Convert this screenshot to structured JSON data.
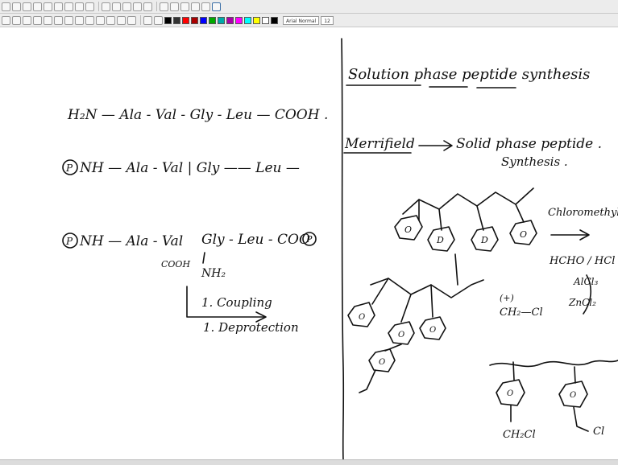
{
  "toolbar": {
    "font_name": "Arial Normal",
    "font_size": "12",
    "colors": [
      "#000000",
      "#333333",
      "#ff0000",
      "#aa0000",
      "#0000ff",
      "#00aa00",
      "#00aaaa",
      "#aa00aa",
      "#ff00ff",
      "#00ffff",
      "#ffff00",
      "#ffffff",
      "#000000"
    ]
  },
  "left_notes": {
    "line1": "H₂N — Ala - Val - Gly - Leu — COOH .",
    "line2_circle": "P",
    "line2": "NH — Ala -  Val  |  Gly —— Leu —",
    "line3_circle": "P",
    "line3": "NH — Ala - Val",
    "line3b": "Gly - Leu - COO",
    "line3_circle2": "P",
    "cooh_label": "COOH",
    "nh2_label": "NH₂",
    "step1": "1. Coupling",
    "step2": "1. Deprotection"
  },
  "right_notes": {
    "title": "Solution phase peptide synthesis",
    "merrifield": "Merrifield",
    "spps_line1": "Solid phase peptide .",
    "spps_line2": "Synthesis .",
    "chloro_label": "Chloromethylation",
    "reagent1": "HCHO / HCl",
    "reagent2": "AlCl₃",
    "reagent3": "ZnCl₂",
    "ch2cl_label": "CH₂—Cl",
    "plus_label": "(+)",
    "ch2cl_bottom1": "CH₂Cl",
    "ch2cl_bottom2": "Cl",
    "ring_label": "O",
    "ring_label_d": "D"
  }
}
